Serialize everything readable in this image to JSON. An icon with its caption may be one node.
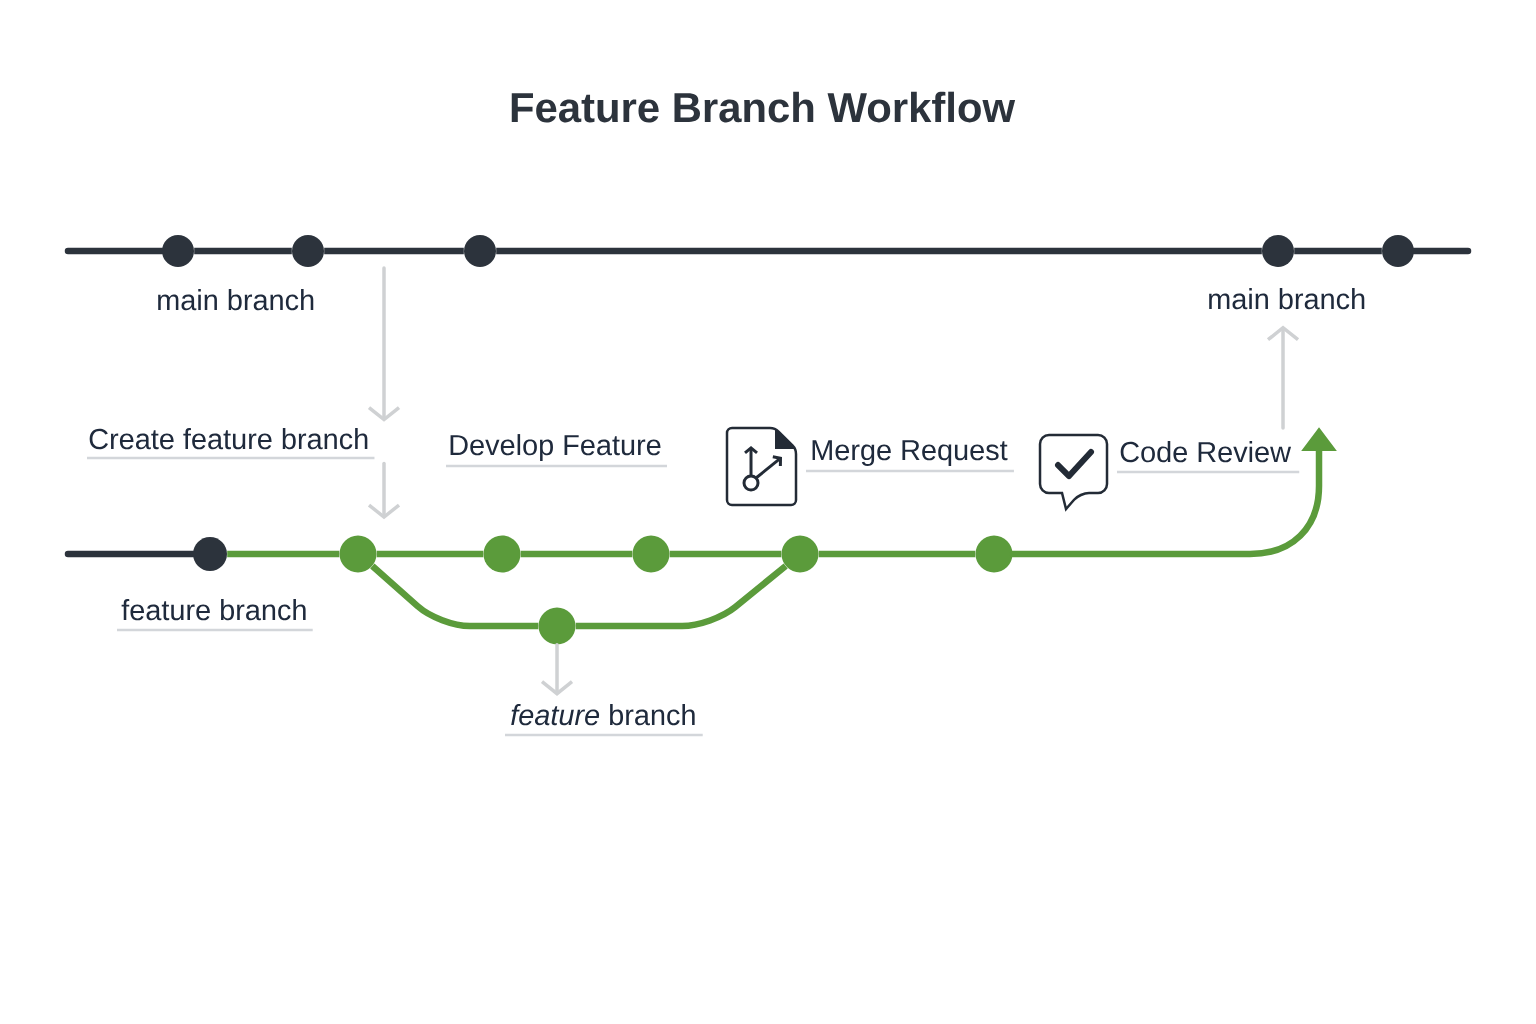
{
  "diagram": {
    "title": "Feature Branch Workflow",
    "nodes": [
      {
        "text": [],
        "shape": "circle"
      },
      {
        "text": [],
        "shape": "circle"
      },
      {
        "text": [],
        "shape": "circle"
      },
      {
        "text": [],
        "shape": "circle"
      },
      {
        "text": [],
        "shape": "circle"
      },
      {
        "text": [
          "main branch"
        ]
      },
      {
        "text": [
          "Create feature branch"
        ]
      },
      {
        "text": [],
        "shape": "circle"
      },
      {
        "text": [],
        "shape": "circle"
      },
      {
        "text": [],
        "shape": "circle"
      },
      {
        "text": [],
        "shape": "circle"
      },
      {
        "text": [],
        "shape": "circle"
      },
      {
        "text": [],
        "shape": "circle"
      },
      {
        "text": [],
        "shape": "circle"
      },
      {
        "text": [
          "*feature* branch"
        ]
      }
    ],
    "edges": [
      {
        "from": null,
        "to": 0,
        "arrow": "none",
        "color": "#2c333c"
      },
      {
        "from": 0,
        "to": 1,
        "arrow": "none",
        "color": "#2c333c"
      },
      {
        "from": 1,
        "to": 2,
        "arrow": "none",
        "color": "#2c333c"
      },
      {
        "from": 2,
        "to": 3,
        "arrow": "none",
        "color": "#2c333c"
      },
      {
        "from": 3,
        "to": 4,
        "arrow": "none",
        "color": "#2c333c"
      },
      {
        "from": 4,
        "to": null,
        "arrow": "none",
        "color": "#2c333c"
      },
      {
        "from": null,
        "to": 6,
        "arrow": "to",
        "color": "#cfd1d3"
      },
      {
        "from": 6,
        "to": 8,
        "arrow": "to",
        "color": "#cfd1d3"
      },
      {
        "from": null,
        "to": 7,
        "arrow": "none",
        "color": "#2c333c"
      },
      {
        "from": 7,
        "to": 8,
        "arrow": "none"
      },
      {
        "from": 8,
        "to": 9,
        "arrow": "none"
      },
      {
        "from": 9,
        "to": 10,
        "arrow": "none"
      },
      {
        "from": 10,
        "to": 11,
        "arrow": "none"
      },
      {
        "from": 11,
        "to": 12,
        "arrow": "none"
      },
      {
        "from": 12,
        "to": null,
        "arrow": "to"
      },
      {
        "from": 8,
        "to": 13,
        "arrow": "none"
      },
      {
        "from": 13,
        "to": 11,
        "arrow": "none"
      },
      {
        "from": 13,
        "to": 14,
        "arrow": "to",
        "color": "#cfd1d3"
      },
      {
        "from": null,
        "to": 5,
        "arrow": "to",
        "color": "#cfd1d3"
      }
    ],
    "labels": [
      "main branch",
      "Develop Feature",
      "Merge Request",
      "Code Review",
      "feature branch"
    ]
  }
}
